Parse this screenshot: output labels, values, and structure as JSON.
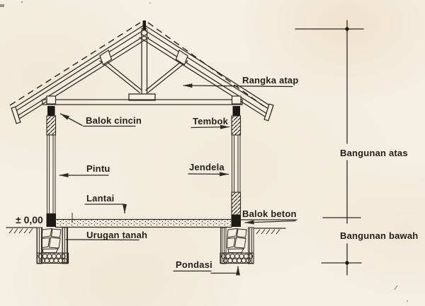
{
  "figure": {
    "type": "technical-drawing",
    "title": "House cross-section construction diagram (Indonesian)",
    "background_color": "#f4efe2",
    "ink_color": "#2e2b26",
    "labels": {
      "rangka_atap": "Rangka atap",
      "balok_cincin": "Balok cincin",
      "tembok": "Tembok",
      "pintu": "Pintu",
      "jendela": "Jendela",
      "lantai": "Lantai",
      "level": "± 0,00",
      "urugan_tanah": "Urugan tanah",
      "balok_beton": "Balok beton",
      "pondasi": "Pondasi"
    },
    "dimension": {
      "upper_label": "Bangunan atas",
      "lower_label": "Bangunan bawah"
    }
  }
}
